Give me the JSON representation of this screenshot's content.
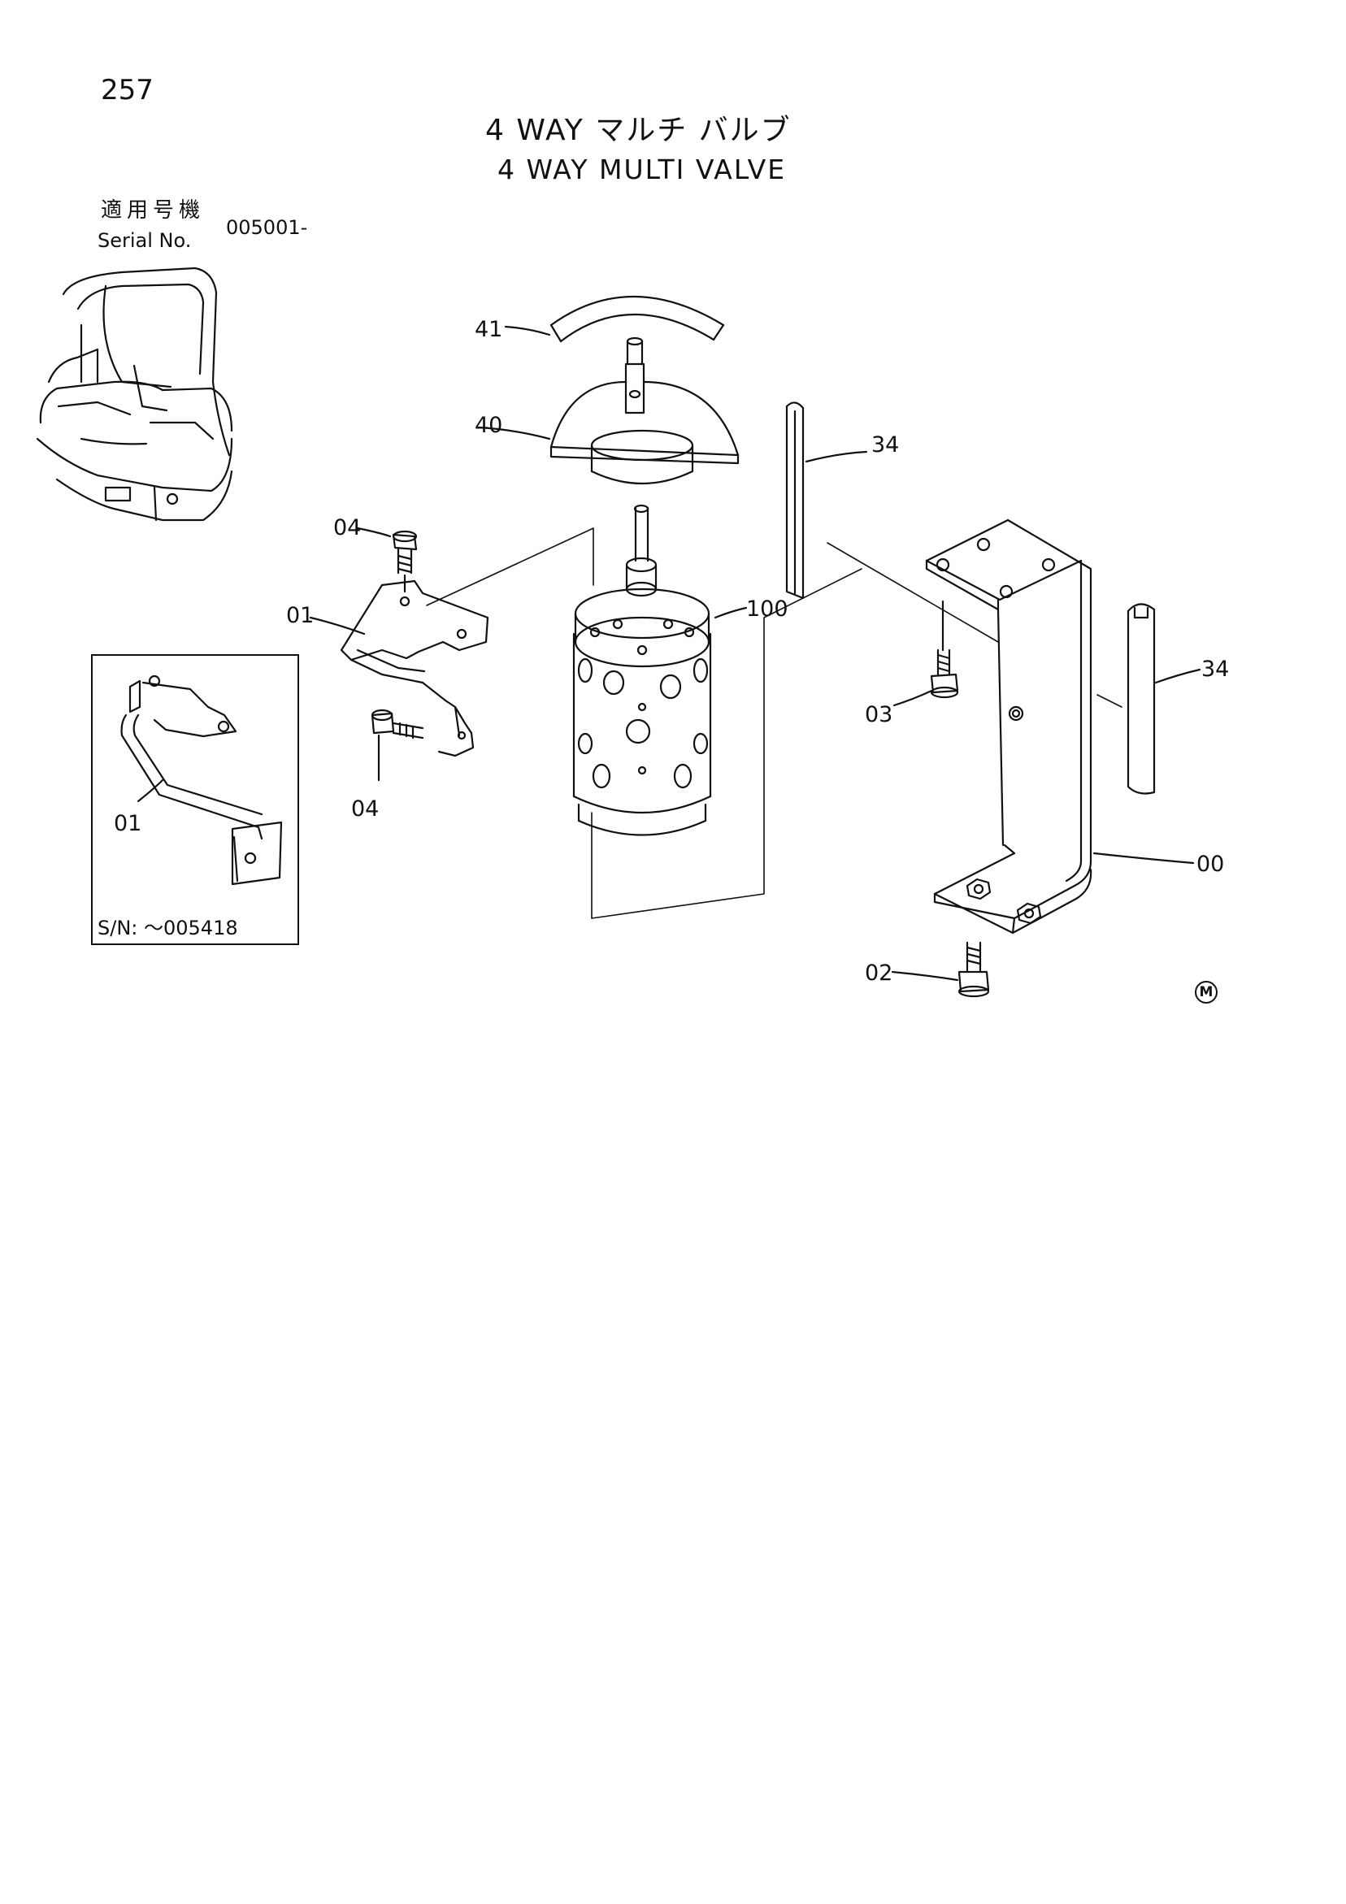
{
  "header": {
    "page_number": "257",
    "title_ja": "4 WAY マルチ バルブ",
    "title_en": "4 WAY MULTI VALVE"
  },
  "serial": {
    "label_ja": "適用号機",
    "label_en": "Serial No.",
    "value": "005001-"
  },
  "callouts": {
    "c41": "41",
    "c40": "40",
    "c34a": "34",
    "c04a": "04",
    "c01": "01",
    "c100": "100",
    "c04b": "04",
    "c34b": "34",
    "c03": "03",
    "c00": "00",
    "c02": "02"
  },
  "inset": {
    "part_label": "01",
    "serial_range": "S/N: ～005418"
  },
  "mark": "M"
}
